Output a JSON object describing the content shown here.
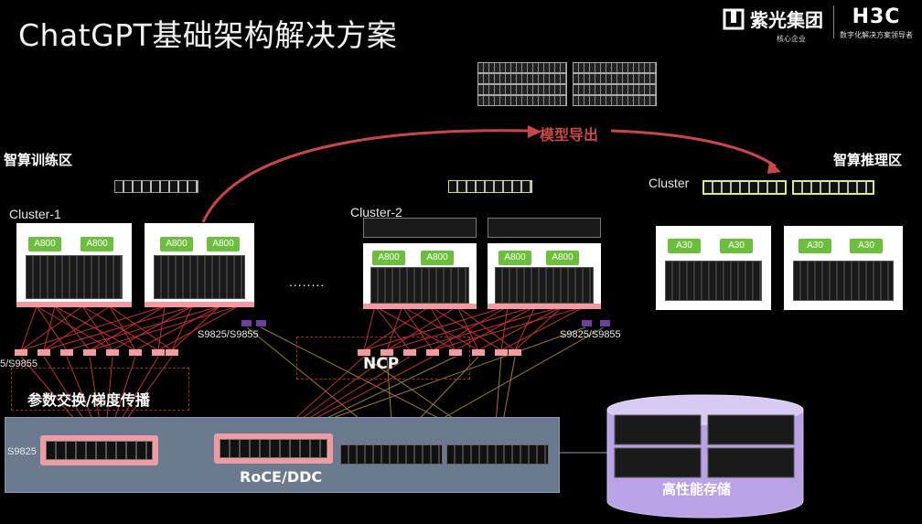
{
  "title": "ChatGPT基础架构解决方案",
  "logos": {
    "unisplendour": {
      "name": "紫光集团",
      "tagline": "核心企业"
    },
    "h3c": {
      "name": "H3C",
      "tagline": "数字化解决方案领导者"
    }
  },
  "zones": {
    "training": "智算训练区",
    "inference": "智算推理区"
  },
  "export_label": "模型导出",
  "clusters": {
    "c1": "Cluster-1",
    "c2": "Cluster-2",
    "inf": "Cluster"
  },
  "gpu_labels": {
    "train": "A800",
    "infer": "A30"
  },
  "ellipsis": "........",
  "switch_labels": {
    "left": "5/S9855",
    "mid": "S9825/S9855",
    "right": "S9825/S9855",
    "spine": "S9825"
  },
  "ncp": "NCP",
  "param_exchange": "参数交换/梯度传播",
  "roce": "RoCE/DDC",
  "storage": "高性能存储",
  "colors": {
    "accent_red": "#c9474a",
    "gpu_green": "#6cbf3c",
    "switch_pink": "#f19aa1",
    "storage_purple": "#b9a3e6",
    "fabric_panel": "#6b7a8f"
  }
}
